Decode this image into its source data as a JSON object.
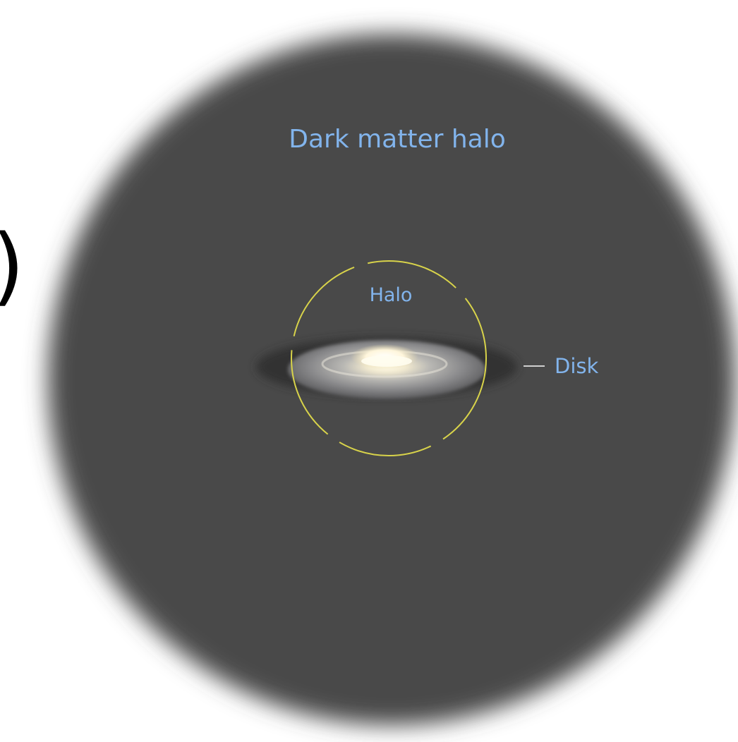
{
  "colors": {
    "page_background": "#ffffff",
    "halo_fill": "#4a4a4a",
    "label_blue": "#82b4ec",
    "stellar_halo_outline": "#d8d34a",
    "disk_pointer": "#d0d0d0",
    "disk_core": "#fff6dc"
  },
  "labels": {
    "dark_matter_halo": "Dark matter halo",
    "stellar_halo": "Halo",
    "disk": "Disk"
  }
}
